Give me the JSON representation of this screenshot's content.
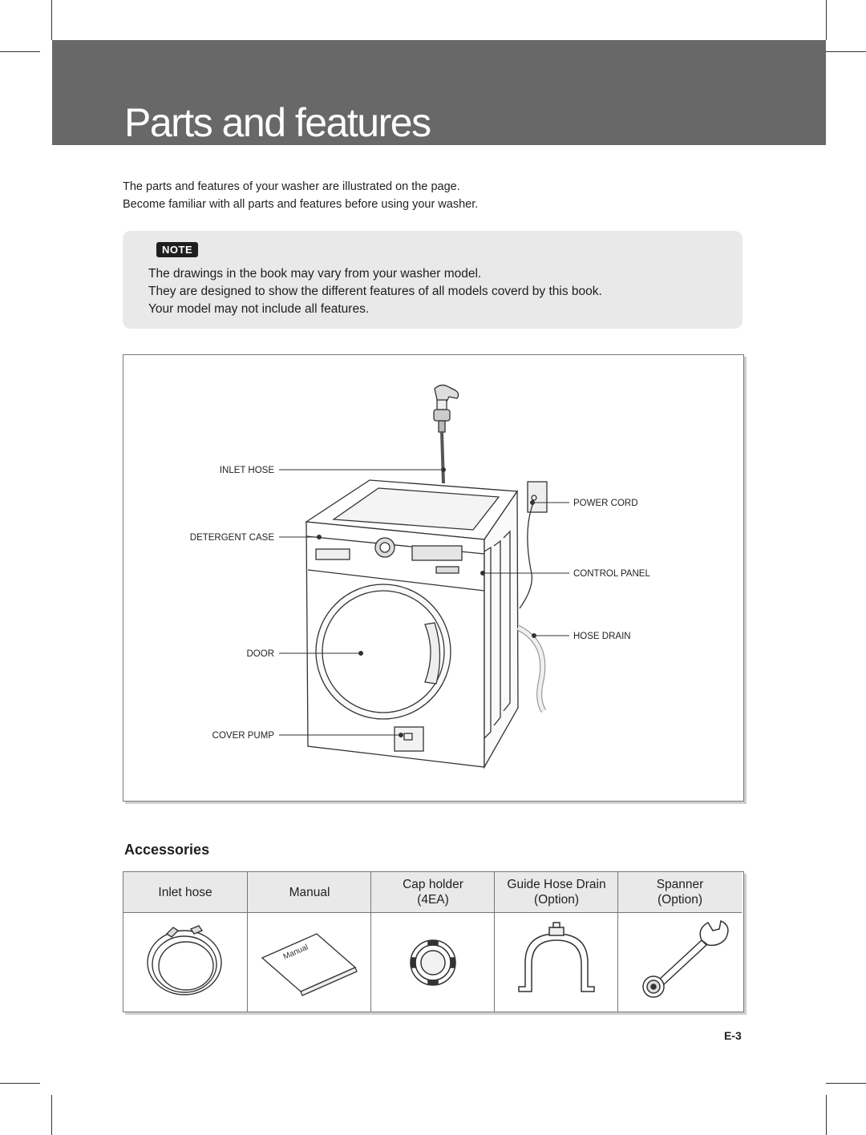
{
  "header": {
    "title": "Parts and features"
  },
  "intro": {
    "line1": "The parts and features of your washer are illustrated on the page.",
    "line2": "Become familiar with all parts and features before using your washer."
  },
  "note": {
    "badge": "NOTE",
    "lines": [
      "The drawings in the book may vary from your washer model.",
      "They are designed to show the different features of all models coverd by this book.",
      "Your model may not include all features."
    ]
  },
  "diagram": {
    "labels": {
      "inlet_hose": "INLET HOSE",
      "detergent_case": "DETERGENT CASE",
      "door": "DOOR",
      "cover_pump": "COVER PUMP",
      "power_cord": "POWER CORD",
      "control_panel": "CONTROL PANEL",
      "hose_drain": "HOSE DRAIN"
    }
  },
  "accessories": {
    "title": "Accessories",
    "items": [
      {
        "name": "Inlet hose",
        "sub": "",
        "icon": "inlet-hose-icon"
      },
      {
        "name": "Manual",
        "sub": "",
        "icon": "manual-icon",
        "cover_text": "Manual"
      },
      {
        "name": "Cap holder",
        "sub": "(4EA)",
        "icon": "cap-holder-icon"
      },
      {
        "name": "Guide Hose Drain",
        "sub": "(Option)",
        "icon": "guide-hose-drain-icon"
      },
      {
        "name": "Spanner",
        "sub": "(Option)",
        "icon": "spanner-icon"
      }
    ]
  },
  "footer": {
    "page_number": "E-3"
  }
}
